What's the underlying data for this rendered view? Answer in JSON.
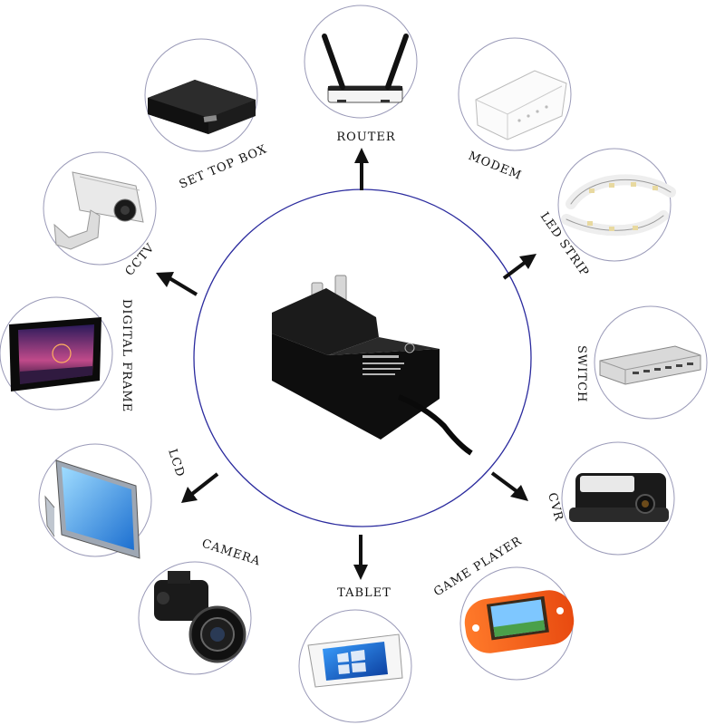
{
  "center": {
    "product": "wall-plug-power-adapter"
  },
  "devices": [
    {
      "id": "router",
      "label": "ROUTER",
      "icon": "router-icon"
    },
    {
      "id": "modem",
      "label": "MODEM",
      "icon": "modem-icon"
    },
    {
      "id": "led-strip",
      "label": "LED STRIP",
      "icon": "led-strip-icon"
    },
    {
      "id": "switch",
      "label": "SWITCH",
      "icon": "network-switch-icon"
    },
    {
      "id": "cvr",
      "label": "CVR",
      "icon": "dash-cam-icon"
    },
    {
      "id": "game-player",
      "label": "GAME PLAYER",
      "icon": "handheld-console-icon"
    },
    {
      "id": "tablet",
      "label": "TABLET",
      "icon": "tablet-icon"
    },
    {
      "id": "camera",
      "label": "CAMERA",
      "icon": "camera-icon"
    },
    {
      "id": "lcd",
      "label": "LCD",
      "icon": "lcd-monitor-icon"
    },
    {
      "id": "digital-frame",
      "label": "DIGITAL FRAME",
      "icon": "digital-frame-icon"
    },
    {
      "id": "cctv",
      "label": "CCTV",
      "icon": "cctv-camera-icon"
    },
    {
      "id": "set-top-box",
      "label": "SET TOP BOX",
      "icon": "set-top-box-icon"
    }
  ],
  "colors": {
    "center_ring": "#2b2b9e",
    "device_ring": "#9a9ab8",
    "arrow": "#111111"
  }
}
